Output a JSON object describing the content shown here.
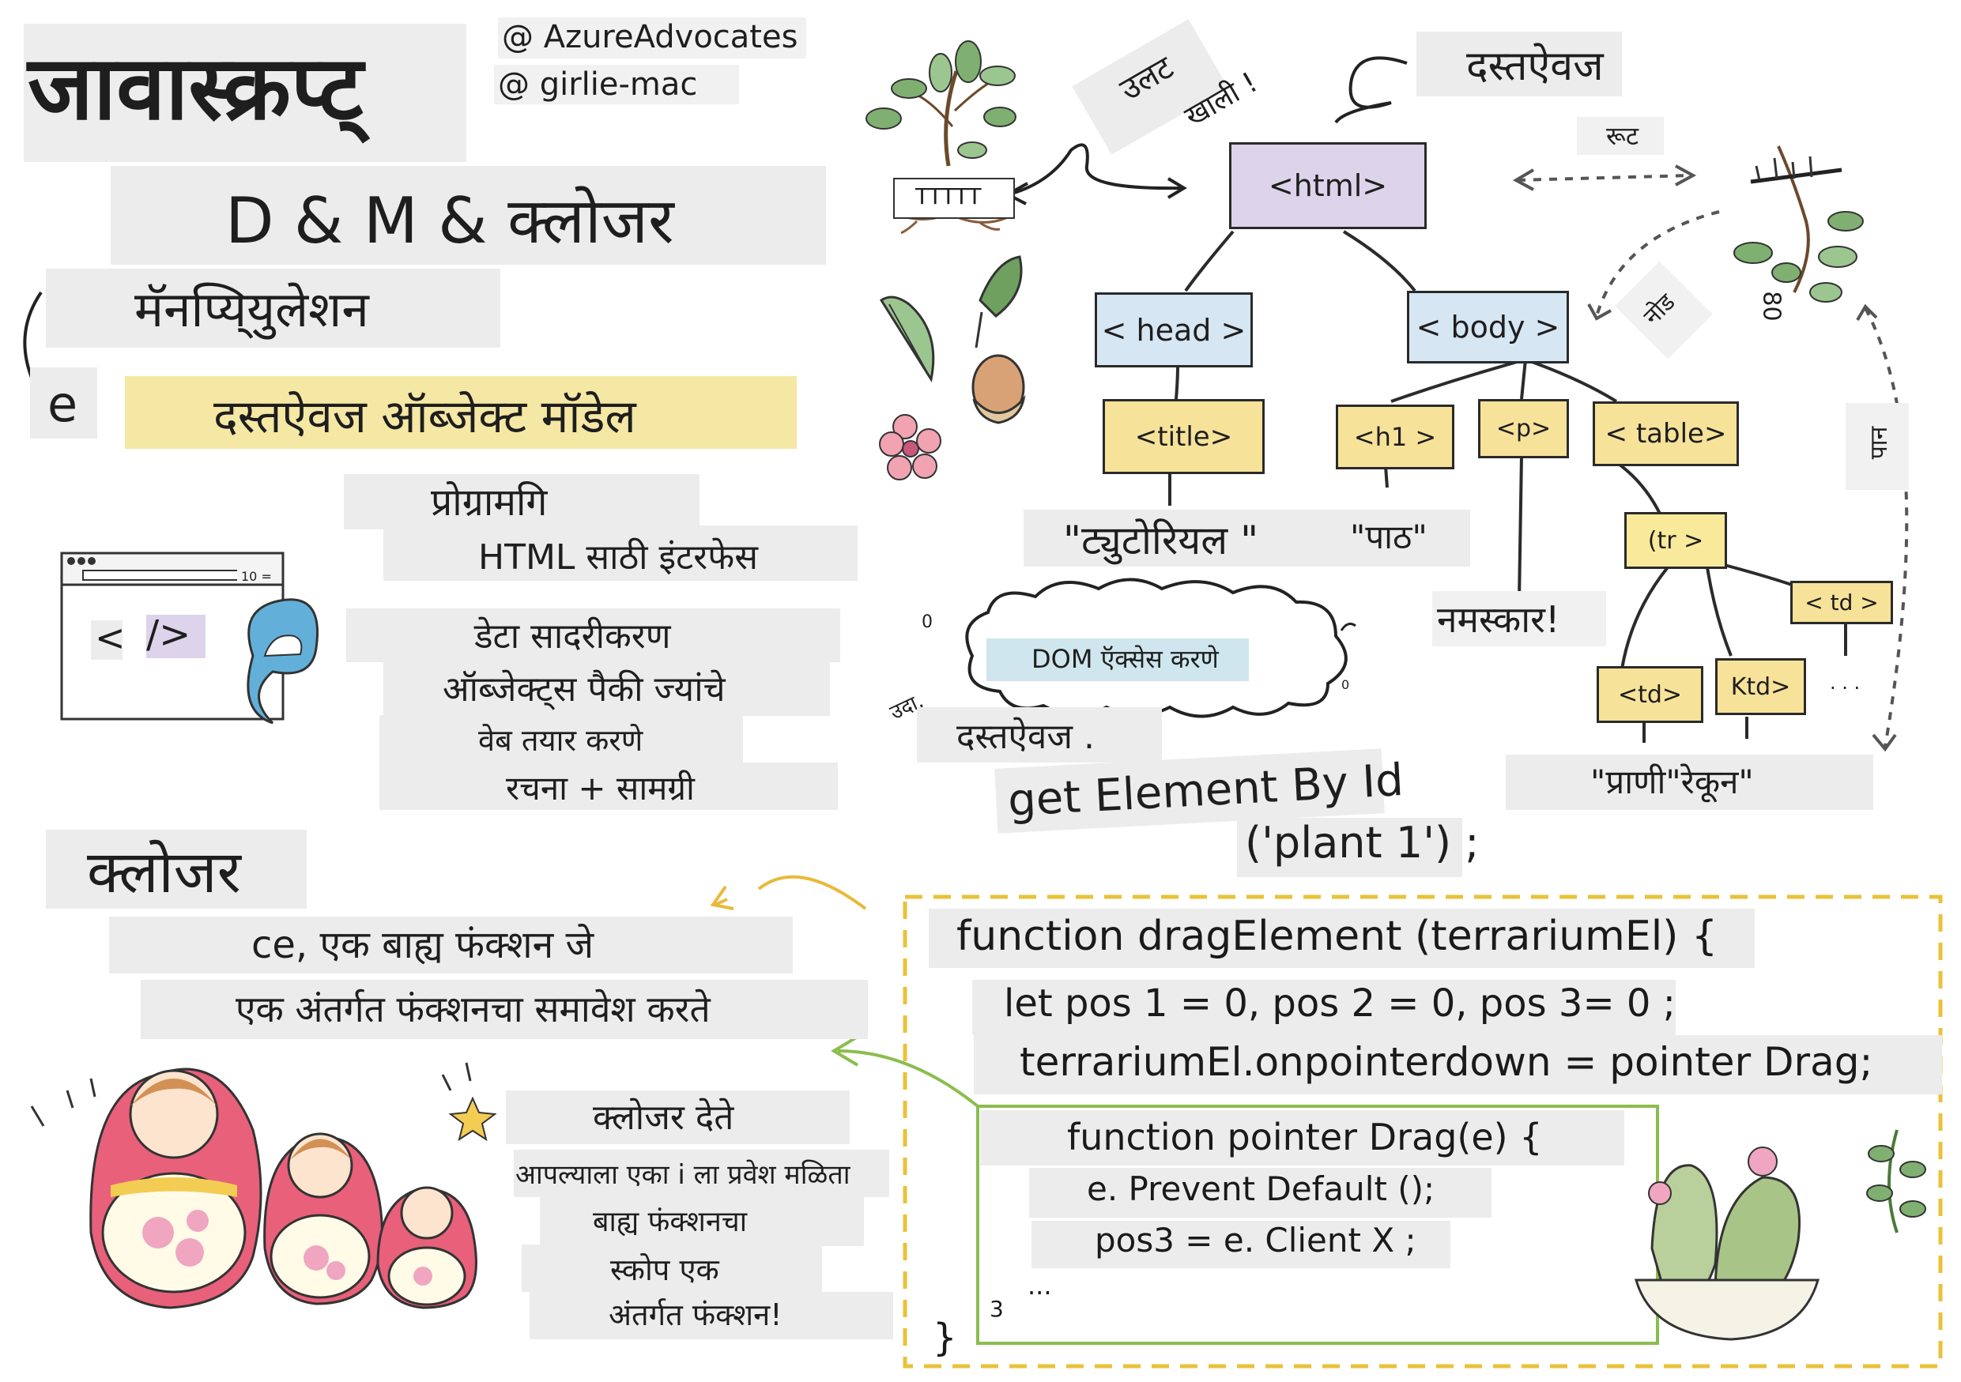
{
  "header": {
    "title": "जावास्क्रप्ट्",
    "credit_1": "@ AzureAdvocates",
    "credit_2": "@ girlie-mac"
  },
  "subtitle": {
    "line1": "D & M & क्लोजर",
    "line2": "मॅनप्यि्युलेशन",
    "letter": "e",
    "line3": "दस्तऐवज ऑब्जेक्ट मॉडेल"
  },
  "dom_intro": {
    "l1": "प्रोग्रामगि",
    "l2": "HTML साठी इंटरफेस",
    "l3": "डेटा सादरीकरण",
    "l4": "ऑब्जेक्ट्स पैकी ज्यांचे",
    "l5": "वेब तयार करणे",
    "l6": "रचना + सामग्री"
  },
  "browser": {
    "tab_count": "10 =",
    "lt": "<",
    "slash_gt": "/>"
  },
  "plant_labels": {
    "pot_tag": "TTTTT",
    "ulat": "उलट",
    "khali": "खाली !"
  },
  "tree": {
    "top_label": "दस्तऐवज",
    "root_label": "रूट",
    "node_label": "नोड",
    "leaf_label": "पान",
    "num_80": "80",
    "html": "<html>",
    "head": "< head >",
    "body": "< body >",
    "title": "<title>",
    "h1": "<h1 >",
    "p": "<p>",
    "table": "< table>",
    "tr": "(tr >",
    "td1": "<td>",
    "td2": "Ktd>",
    "td3": "< td >",
    "ellipsis": ". . .",
    "text_tutorial": "\"ट्युटोरियल \"",
    "text_path": "\"पाठ\"",
    "text_hello": "नमस्कार!",
    "text_animal": "\"प्राणी\"रेकून\""
  },
  "dom_access": {
    "cloud": "DOM ऍक्सेस करणे",
    "zero_a": "0",
    "zero_b": "0",
    "eg": "उदा.",
    "doc": "दस्तऐवज .",
    "method": "get Element By Id",
    "arg": "('plant 1') ;"
  },
  "closure": {
    "heading": "क्लोजर",
    "def1": "ce, एक बाह्य फंक्शन जे",
    "def2": "एक अंतर्गत फंक्शनचा समावेश करते",
    "g1": "क्लोजर देते",
    "g2": "आपल्याला एका i ला प्रवेश मळिता",
    "g3": "बाह्य फंक्शनचा",
    "g4": "स्कोप एक",
    "g5": "अंतर्गत फंक्शन!"
  },
  "code": {
    "l1": "function dragElement (terrariumEl) {",
    "l2": "let pos 1 = 0, pos 2 = 0, pos 3= 0 ;",
    "l3": "terrariumEl.onpointerdown = pointer Drag;",
    "l4": "function pointer Drag(e) {",
    "l5": "e. Prevent Default ();",
    "l6": "pos3 = e. Client X ;",
    "l7": "...",
    "num": "3",
    "close": "}"
  },
  "colors": {
    "html_node": "#ddd3ea",
    "blue_node": "#d6e6f3",
    "yellow_node": "#f7e29a",
    "subtitle_band": "#f5e7a4",
    "dashed_box": "#e9c23a",
    "inner_box": "#8bbd4e"
  }
}
